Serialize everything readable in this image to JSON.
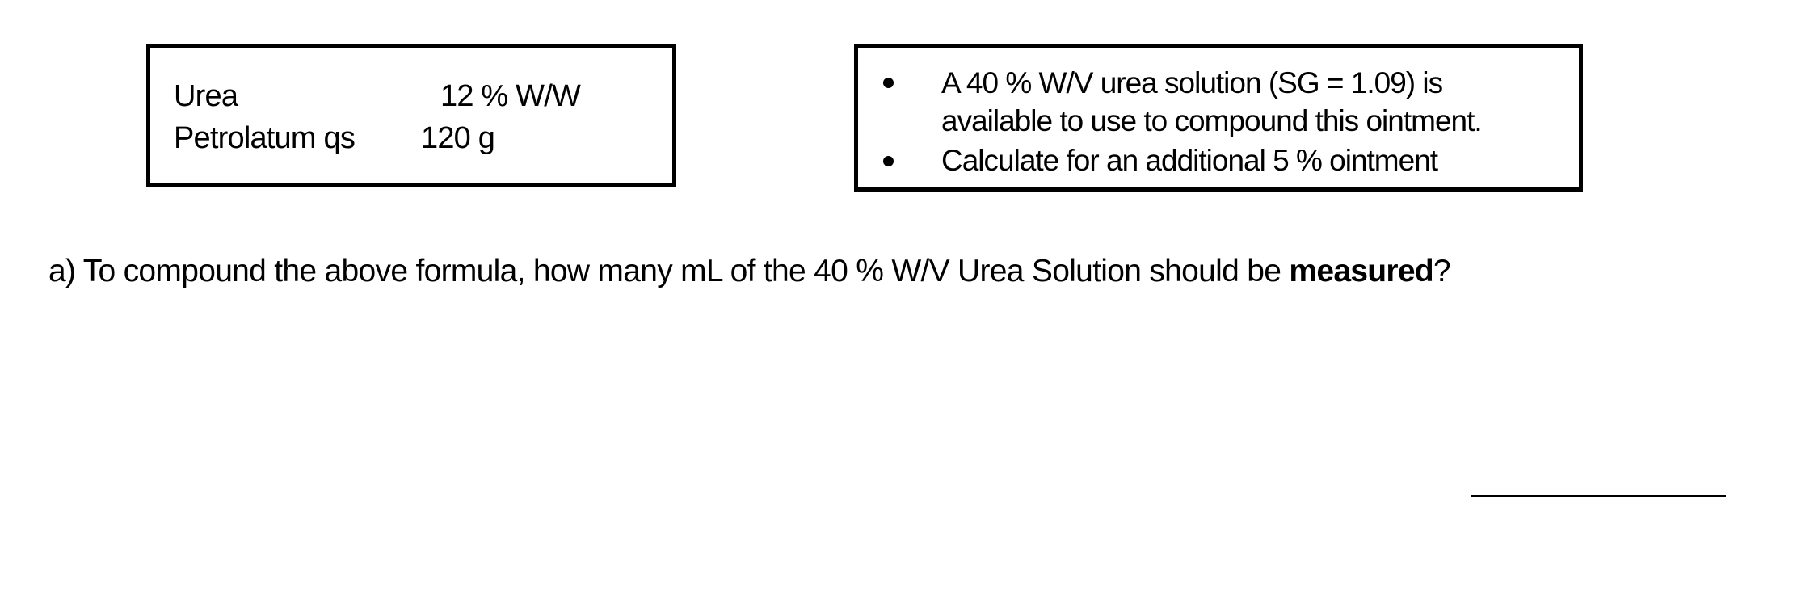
{
  "formula": {
    "rows": [
      {
        "ingredient": "Urea",
        "amount": "12 % W/W"
      },
      {
        "ingredient": "Petrolatum qs",
        "amount": "120 g"
      }
    ]
  },
  "notes": {
    "bullets": [
      {
        "lines": [
          "A 40 % W/V urea solution (SG = 1.09) is",
          "available to use to compound this ointment."
        ]
      },
      {
        "lines": [
          "Calculate for an additional 5 % ointment"
        ]
      }
    ]
  },
  "question": {
    "prefix": "a) To compound the above formula, how many mL of the 40 % W/V Urea Solution should be ",
    "emphasis": "measured",
    "suffix": "?"
  },
  "answer": {
    "value": ""
  }
}
